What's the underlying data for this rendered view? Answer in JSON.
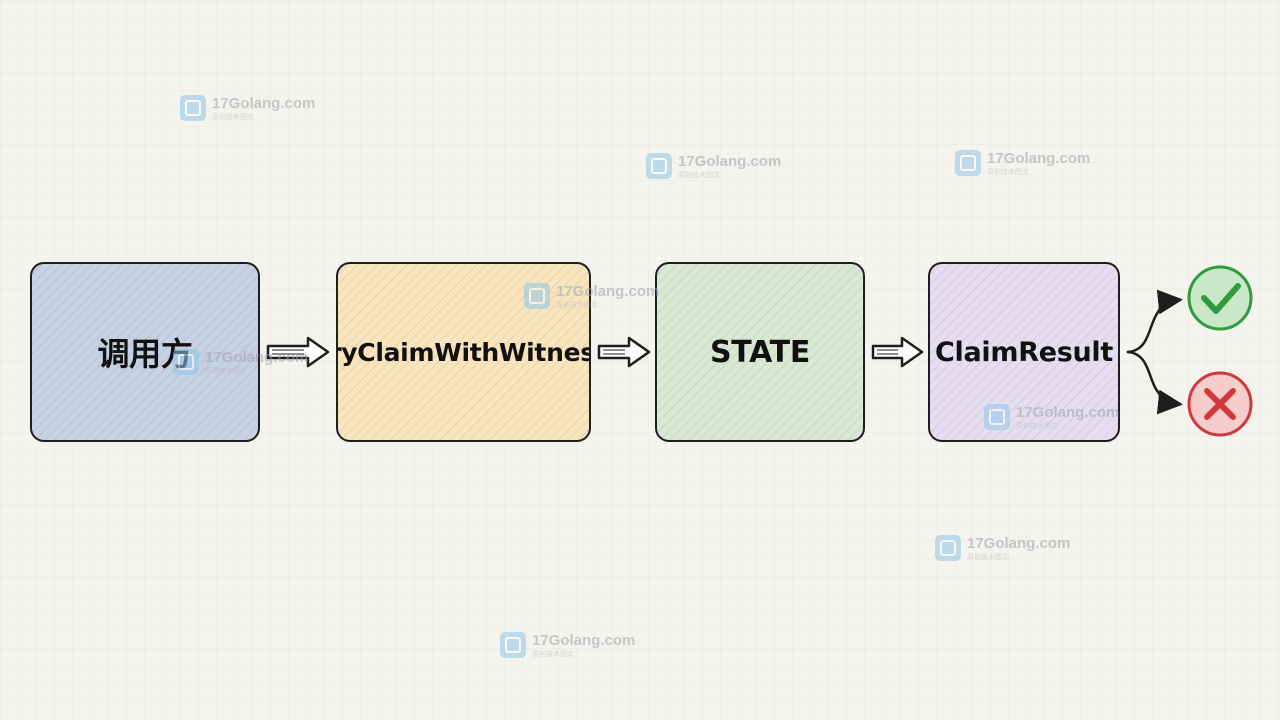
{
  "nodes": {
    "caller": "调用方",
    "try_claim": "tryClaimWithWitness",
    "state": "STATE",
    "claim_result": "ClaimResult"
  },
  "outcomes": {
    "success_icon": "checkmark-icon",
    "success_color": "#2e9b3c",
    "failure_icon": "cross-icon",
    "failure_color": "#d13a3a"
  },
  "colors": {
    "caller_fill": "#c6d1e4",
    "try_claim_fill": "#f8e4bd",
    "state_fill": "#d9e8d2",
    "claim_result_fill": "#e4def0"
  },
  "watermark": {
    "text": "17Golang.com",
    "subtext": "原创技术图文"
  }
}
